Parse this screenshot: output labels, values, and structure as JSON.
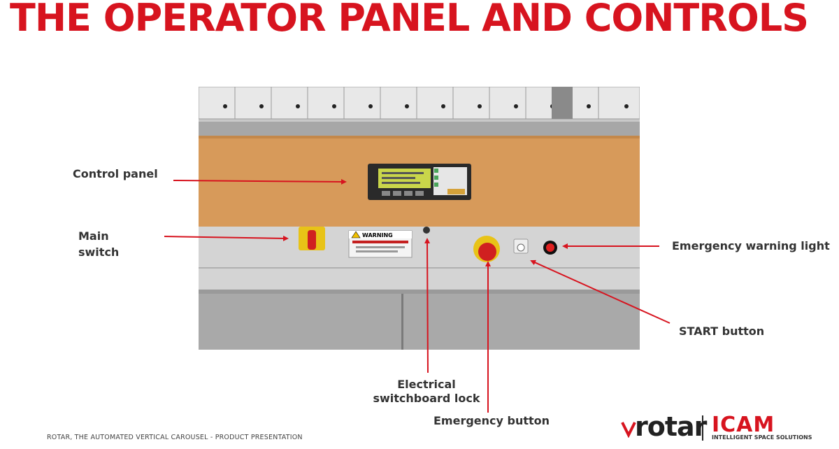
{
  "title": "THE OPERATOR PANEL AND CONTROLS",
  "labels": {
    "control_panel": "Control panel",
    "main_switch_line1": "Main",
    "main_switch_line2": "switch",
    "emergency_warning_light": "Emergency warning light",
    "start_button": "START button",
    "switchboard_lock_line1": "Electrical",
    "switchboard_lock_line2": "switchboard lock",
    "emergency_button": "Emergency button"
  },
  "photo": {
    "warning_sign": "WARNING"
  },
  "footer": "ROTAR, THE AUTOMATED VERTICAL CAROUSEL - PRODUCT PRESENTATION",
  "logos": {
    "rotar": "rotar",
    "icam": "ICAM",
    "icam_tagline": "INTELLIGENT SPACE SOLUTIONS"
  },
  "colors": {
    "accent": "#d7141f",
    "text": "#333333",
    "panel_wood": "#d79a5a"
  }
}
